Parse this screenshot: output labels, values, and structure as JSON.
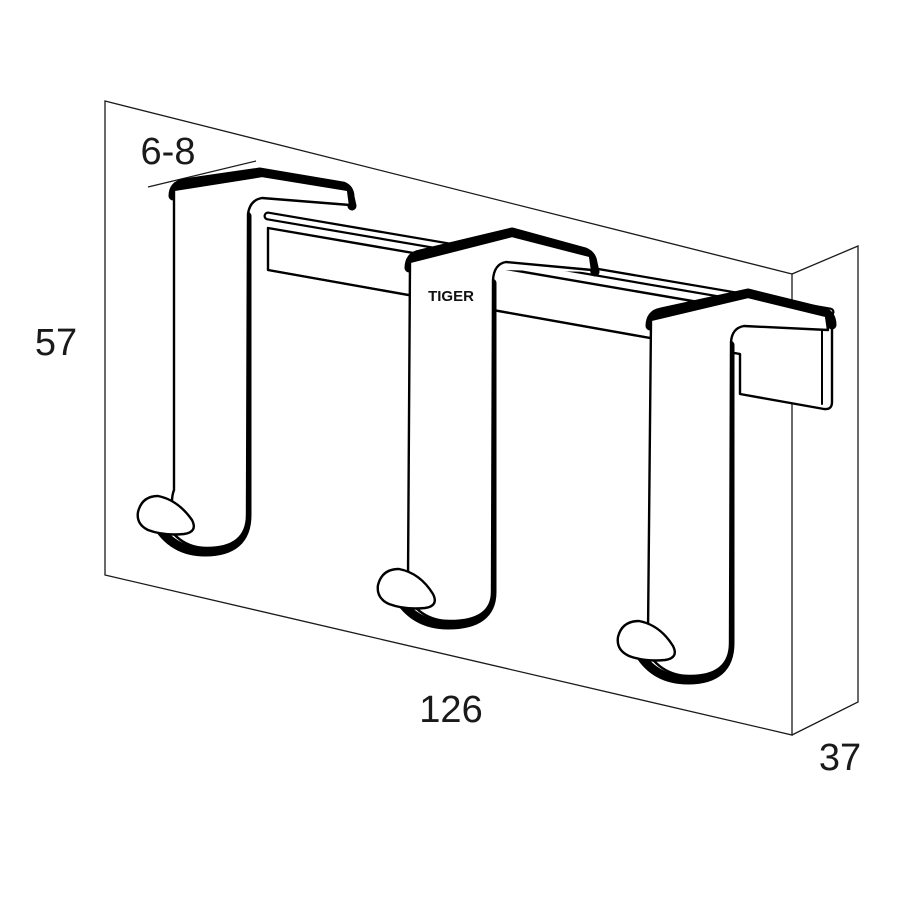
{
  "dimensions": {
    "height": "57",
    "width": "126",
    "depth": "37",
    "door_thickness": "6-8"
  },
  "brand": "TIGER"
}
